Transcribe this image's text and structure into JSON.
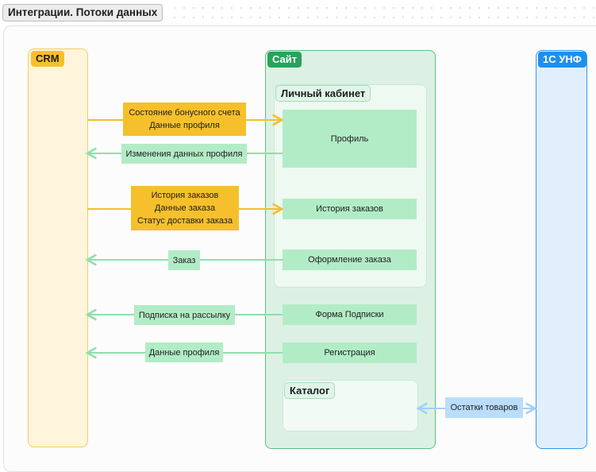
{
  "page": {
    "title": "Интеграции. Потоки данных"
  },
  "lanes": {
    "crm": "CRM",
    "site": "Сайт",
    "unf": "1С УНФ"
  },
  "groups": {
    "cabinet": "Личный кабинет",
    "catalog": "Каталог"
  },
  "nodes": {
    "profile": "Профиль",
    "order_history": "История заказов",
    "checkout": "Оформление заказа",
    "subscription_form": "Форма Подписки",
    "registration": "Регистрация"
  },
  "flows": {
    "crm_to_profile": [
      "Состояние бонусного счета",
      "Данные профиля"
    ],
    "profile_changes": "Изменения данных профиля",
    "crm_to_history": [
      "История заказов",
      "Данные заказа",
      "Статус доставки заказа"
    ],
    "order": "Заказ",
    "newsletter": "Подписка на рассылку",
    "profile_data": "Данные профиля",
    "stock": "Остатки товаров"
  },
  "colors": {
    "crm": "#f6c02c",
    "site": "#27a35b",
    "unf": "#1f8fee",
    "node": "#b2ecc6",
    "arrow_crm": "#f3bf2a",
    "arrow_site": "#8fe0aa",
    "arrow_stock": "#9fd0f7"
  }
}
